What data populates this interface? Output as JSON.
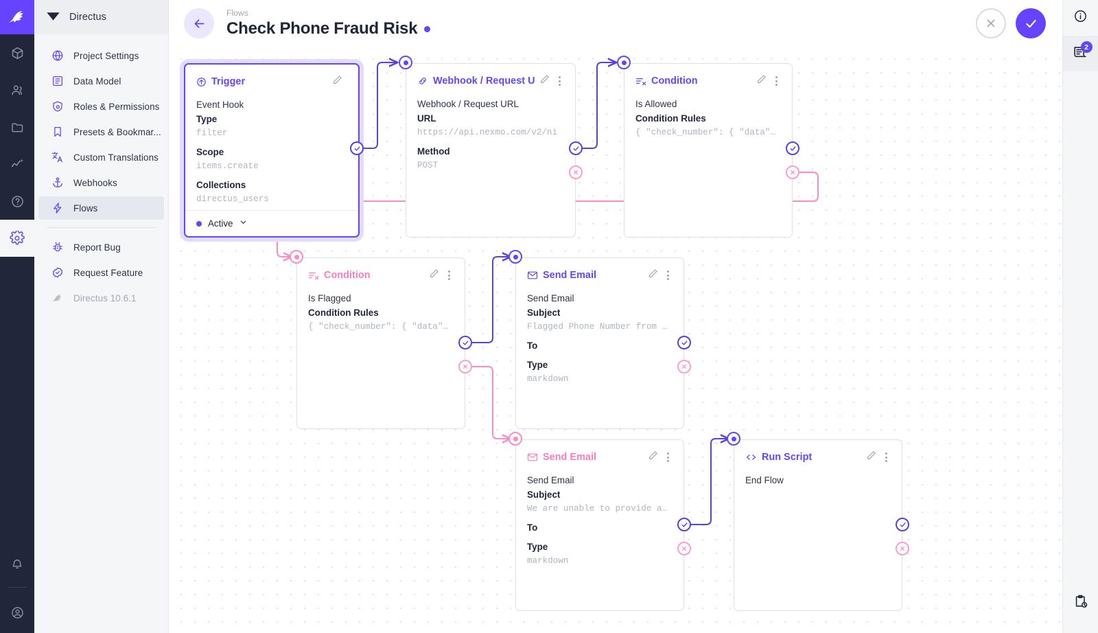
{
  "app": {
    "brand": "Directus",
    "version_label": "Directus 10.6.1"
  },
  "module_rail": {
    "items": [
      {
        "name": "content-module",
        "icon": "box-icon"
      },
      {
        "name": "users-module",
        "icon": "people-icon"
      },
      {
        "name": "files-module",
        "icon": "folder-icon"
      },
      {
        "name": "insights-module",
        "icon": "insights-icon"
      },
      {
        "name": "docs-module",
        "icon": "question-circle-icon"
      },
      {
        "name": "settings-module",
        "icon": "gear-icon"
      }
    ],
    "bottom": [
      {
        "name": "notifications",
        "icon": "bell-icon"
      },
      {
        "name": "account",
        "icon": "account-circle-icon"
      }
    ]
  },
  "sidebar": {
    "items": [
      {
        "label": "Project Settings",
        "icon": "globe-icon",
        "name": "sidebar-item-project-settings"
      },
      {
        "label": "Data Model",
        "icon": "list-box-icon",
        "name": "sidebar-item-data-model"
      },
      {
        "label": "Roles & Permissions",
        "icon": "shield-icon",
        "name": "sidebar-item-roles-permissions"
      },
      {
        "label": "Presets & Bookmar...",
        "icon": "bookmark-icon",
        "name": "sidebar-item-presets-bookmarks"
      },
      {
        "label": "Custom Translations",
        "icon": "translate-icon",
        "name": "sidebar-item-custom-translations"
      },
      {
        "label": "Webhooks",
        "icon": "anchor-icon",
        "name": "sidebar-item-webhooks"
      },
      {
        "label": "Flows",
        "icon": "bolt-icon",
        "name": "sidebar-item-flows"
      }
    ],
    "secondary": [
      {
        "label": "Report Bug",
        "icon": "bug-icon",
        "name": "sidebar-item-report-bug"
      },
      {
        "label": "Request Feature",
        "icon": "check-badge-icon",
        "name": "sidebar-item-request-feature"
      }
    ]
  },
  "header": {
    "breadcrumb": "Flows",
    "title": "Check Phone Fraud Risk",
    "back_name": "back-button",
    "cancel_name": "cancel-button",
    "save_name": "save-button"
  },
  "right_rail": {
    "info_name": "info-sidebar-button",
    "logs_name": "logs-sidebar-button",
    "logs_badge": "2",
    "activity_name": "activity-button"
  },
  "flow": {
    "nodes": [
      {
        "id": "trigger",
        "title": "Trigger",
        "icon": "trigger-bolt-icon",
        "accent": "purple",
        "subtitle": "Event Hook",
        "fields": [
          {
            "key": "Type",
            "value": "filter"
          },
          {
            "key": "Scope",
            "value": "items.create"
          },
          {
            "key": "Collections",
            "value": "directus_users"
          }
        ],
        "footer": {
          "label": "Active",
          "chevron": "chevron-down-icon"
        }
      },
      {
        "id": "webhook",
        "title": "Webhook / Request U",
        "icon": "link-icon",
        "accent": "purple",
        "subtitle": "Webhook / Request URL",
        "fields": [
          {
            "key": "URL",
            "value": "https://api.nexmo.com/v2/ni"
          },
          {
            "key": "Method",
            "value": "POST"
          }
        ]
      },
      {
        "id": "condition-allowed",
        "title": "Condition",
        "icon": "condition-rule-icon",
        "accent": "purple",
        "subtitle": "Is Allowed",
        "fields": [
          {
            "key": "Condition Rules",
            "value": "{ \"check_number\": { \"data\"…"
          }
        ]
      },
      {
        "id": "condition-flagged",
        "title": "Condition",
        "icon": "condition-rule-icon",
        "accent": "pink",
        "subtitle": "Is Flagged",
        "fields": [
          {
            "key": "Condition Rules",
            "value": "{ \"check_number\": { \"data\"…"
          }
        ]
      },
      {
        "id": "send-email-flagged",
        "title": "Send Email",
        "icon": "mail-icon",
        "accent": "purple",
        "subtitle": "Send Email",
        "fields": [
          {
            "key": "Subject",
            "value": "Flagged Phone Number from …"
          },
          {
            "key": "To",
            "value": ""
          },
          {
            "key": "Type",
            "value": "markdown"
          }
        ]
      },
      {
        "id": "send-email-unable",
        "title": "Send Email",
        "icon": "mail-icon",
        "accent": "pink",
        "subtitle": "Send Email",
        "fields": [
          {
            "key": "Subject",
            "value": "We are unable to provide a…"
          },
          {
            "key": "To",
            "value": ""
          },
          {
            "key": "Type",
            "value": "markdown"
          }
        ]
      },
      {
        "id": "run-script",
        "title": "Run Script",
        "icon": "code-brackets-icon",
        "accent": "purple",
        "subtitle": "End Flow",
        "fields": []
      }
    ]
  },
  "colors": {
    "accent": "#6644ff",
    "reject": "#ff8ac4",
    "rail_bg": "#21263a",
    "sidebar_bg": "#f5f6f8"
  }
}
